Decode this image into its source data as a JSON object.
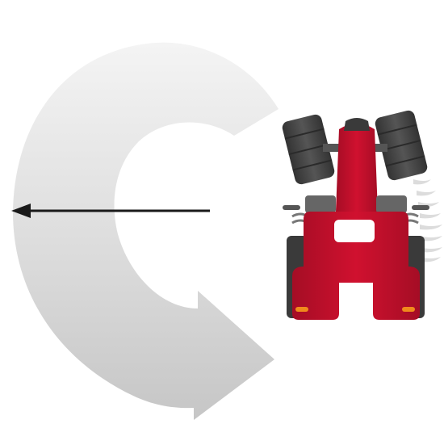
{
  "diagram": {
    "type": "turning-radius-illustration",
    "vehicle": "tractor",
    "view": "top-down",
    "turn_direction": "counter-clockwise",
    "radius_arrow_direction": "left"
  },
  "colors": {
    "tractor_body": "#c8102e",
    "tractor_body_dark": "#9e0b22",
    "tyre": "#4a4a4a",
    "tyre_dark": "#2f2f2f",
    "turn_path_light": "#f2f2f2",
    "turn_path_dark": "#c9c9c9",
    "radius_arrow": "#1a1a1a",
    "indicator_light": "#f08a1c",
    "tyre_track": "#d9d9d9"
  }
}
